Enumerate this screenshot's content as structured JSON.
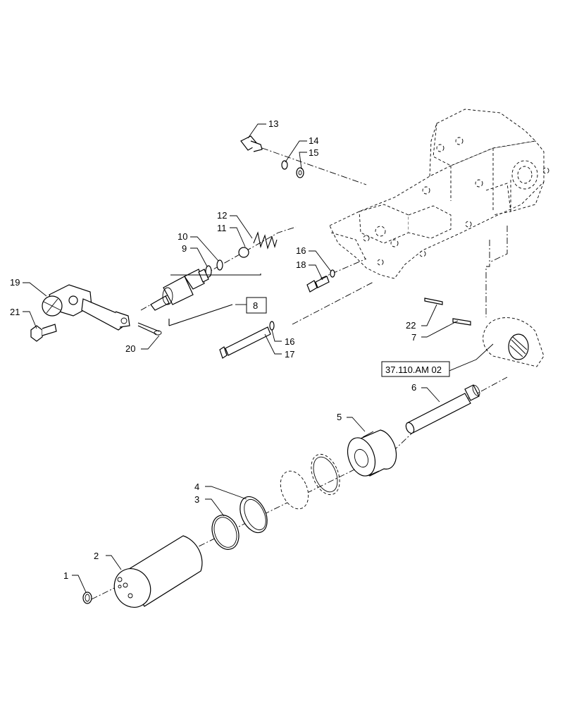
{
  "labels": {
    "l1": "1",
    "l2": "2",
    "l3": "3",
    "l4": "4",
    "l5": "5",
    "l6": "6",
    "l7": "7",
    "l8": "8",
    "l9": "9",
    "l10": "10",
    "l11": "11",
    "l12": "12",
    "l13": "13",
    "l14": "14",
    "l15": "15",
    "l16a": "16",
    "l16b": "16",
    "l17": "17",
    "l18": "18",
    "l19": "19",
    "l20": "20",
    "l21": "21",
    "l22": "22"
  },
  "reference": "37.110.AM 02"
}
